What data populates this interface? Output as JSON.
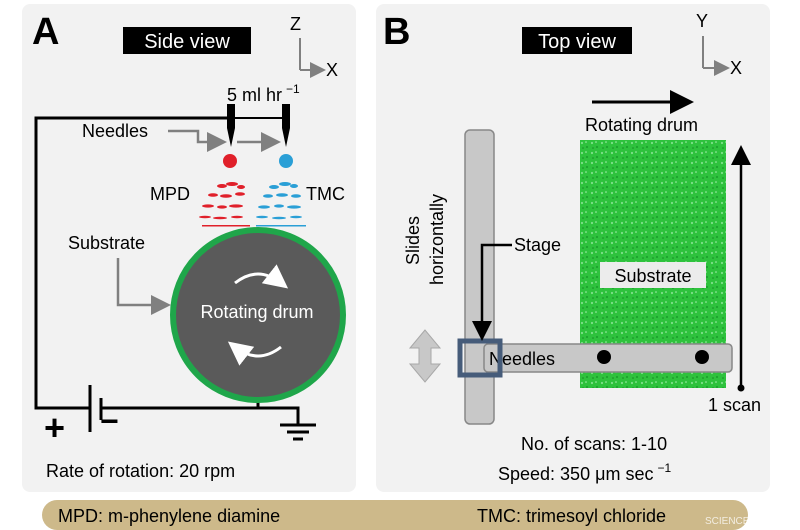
{
  "panel_a": {
    "letter": "A",
    "view_label": "Side view",
    "axis_z": "Z",
    "axis_x": "X",
    "flow_rate": "5 ml hr",
    "flow_rate_exp": "−1",
    "needles_label": "Needles",
    "mpd_label": "MPD",
    "tmc_label": "TMC",
    "substrate_label": "Substrate",
    "drum_label": "Rotating drum",
    "plus": "+",
    "minus": "−",
    "rotation_rate": "Rate of rotation: 20 rpm"
  },
  "panel_b": {
    "letter": "B",
    "view_label": "Top view",
    "axis_y": "Y",
    "axis_x": "X",
    "drum_label": "Rotating drum",
    "slides_line1": "Slides",
    "slides_line2": "horizontally",
    "stage_label": "Stage",
    "substrate_label": "Substrate",
    "needles_label": "Needles",
    "scan_label": "1 scan",
    "scans_count": "No. of scans: 1-10",
    "speed": "Speed: 350 μm sec",
    "speed_exp": "−1"
  },
  "footer": {
    "mpd_def": "MPD: m-phenylene diamine",
    "tmc_def": "TMC: trimesoyl chloride",
    "watermark": "SCIENCEAQ.COM"
  },
  "colors": {
    "panel_bg": "#f2f2f2",
    "drum_gray": "#5a5a5a",
    "drum_ring": "#1fa64a",
    "substrate_green": "#2ec23d",
    "mpd_red": "#e0202a",
    "tmc_blue": "#2a9fd6",
    "footer_bar": "#cdb98a",
    "stage_gray": "#c8c8c8"
  }
}
